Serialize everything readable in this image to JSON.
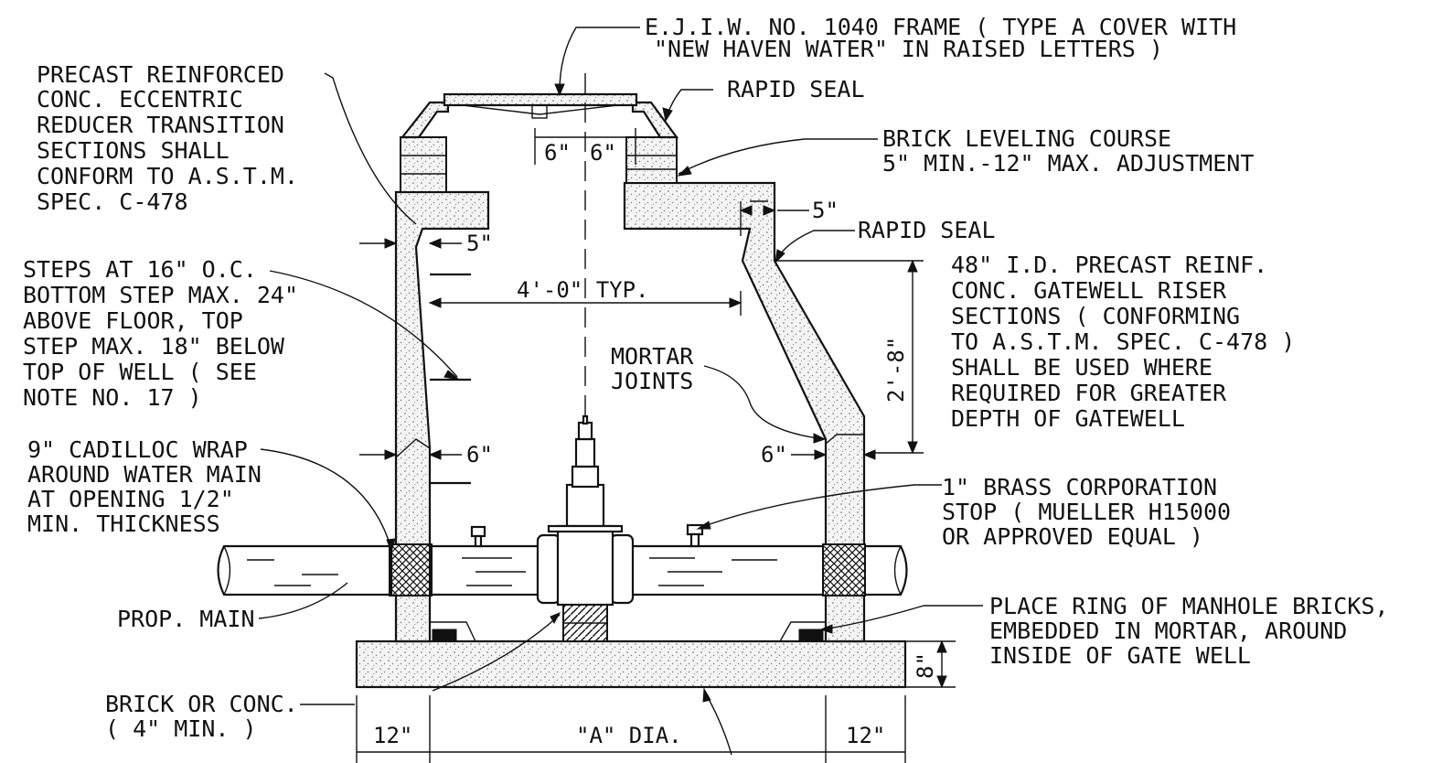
{
  "labels": {
    "frame": [
      "E.J.I.W. NO. 1040 FRAME ( TYPE A COVER WITH",
      "\"NEW HAVEN WATER\" IN RAISED LETTERS )"
    ],
    "precast_reducer": [
      "PRECAST REINFORCED",
      "CONC. ECCENTRIC",
      "REDUCER TRANSITION",
      "SECTIONS SHALL",
      "CONFORM TO A.S.T.M.",
      "SPEC. C-478"
    ],
    "rapid_seal_top": [
      "RAPID SEAL"
    ],
    "brick_leveling": [
      "BRICK LEVELING COURSE",
      "5\" MIN.-12\" MAX. ADJUSTMENT"
    ],
    "rapid_seal_right": [
      "RAPID SEAL"
    ],
    "steps": [
      "STEPS AT 16\" O.C.",
      "BOTTOM STEP MAX. 24\"",
      "ABOVE FLOOR, TOP",
      "STEP MAX. 18\" BELOW",
      "TOP OF WELL ( SEE",
      "NOTE NO. 17 )"
    ],
    "riser_sections": [
      "48\" I.D. PRECAST REINF.",
      "CONC. GATEWELL RISER",
      "SECTIONS ( CONFORMING",
      "TO A.S.T.M. SPEC. C-478 )",
      "SHALL BE USED WHERE",
      "REQUIRED FOR GREATER",
      "DEPTH OF GATEWELL"
    ],
    "mortar_joints": [
      "MORTAR",
      "JOINTS"
    ],
    "cadilloc": [
      "9\" CADILLOC WRAP",
      "AROUND WATER MAIN",
      "AT OPENING 1/2\"",
      "MIN. THICKNESS"
    ],
    "corporation_stop": [
      "1\" BRASS CORPORATION",
      "STOP ( MUELLER H15000",
      "OR APPROVED EQUAL )"
    ],
    "prop_main": [
      "PROP. MAIN"
    ],
    "ring_bricks": [
      "PLACE RING OF MANHOLE BRICKS,",
      "EMBEDDED IN MORTAR, AROUND",
      "INSIDE OF GATE WELL"
    ],
    "brick_conc": [
      "BRICK OR CONC.",
      "( 4\" MIN. )"
    ]
  },
  "dimensions": {
    "opening_left": "6\"",
    "opening_right": "6\"",
    "top_wall": "5\"",
    "left_wall_upper": "5\"",
    "inner_width": "4'-0\" TYP.",
    "riser_height": "2'-8\"",
    "left_wall_lower": "6\"",
    "right_wall_lower": "6\"",
    "base_thickness": "8\"",
    "base_left": "12\"",
    "diameter": "\"A\" DIA.",
    "base_right": "12\""
  }
}
